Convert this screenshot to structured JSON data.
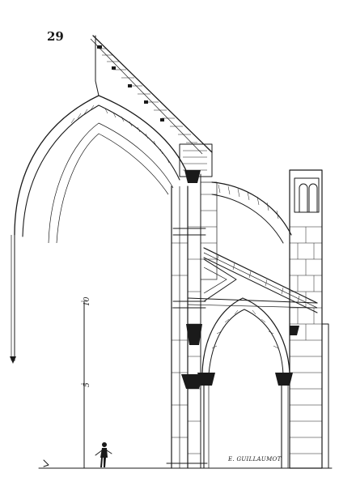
{
  "figure": {
    "number": "29",
    "signature": "E. GUILLAUMOT",
    "scale_labels": [
      "10",
      "5"
    ],
    "colors": {
      "ink": "#1a1a1a",
      "paper": "#ffffff"
    }
  }
}
